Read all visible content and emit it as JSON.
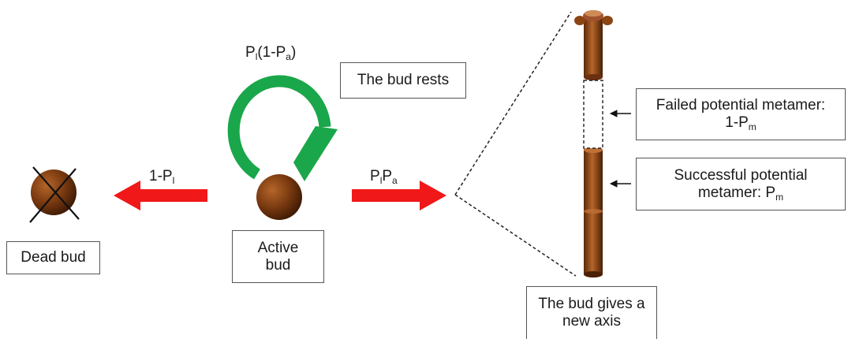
{
  "labels": {
    "loop": {
      "P": "P",
      "l_sub": "l",
      "mid": "(1-P",
      "a_sub": "a",
      "end": ")"
    },
    "left_arrow": {
      "pre": "1-P",
      "l_sub": "l"
    },
    "right_arrow": {
      "P1": "P",
      "l_sub": "l",
      "P2": "P",
      "a_sub": "a"
    }
  },
  "boxes": {
    "rests": "The bud rests",
    "dead_bud": "Dead bud",
    "active_bud": {
      "line1": "Active",
      "line2": "bud"
    },
    "new_axis": {
      "line1": "The bud gives a",
      "line2": "new axis"
    },
    "failed": {
      "line1": "Failed potential metamer:",
      "line2_pre": "1-P",
      "m_sub": "m"
    },
    "successful": {
      "line1": "Successful potential",
      "line2_pre": "metamer:  P",
      "m_sub": "m"
    }
  },
  "colors": {
    "loop_arrow": "#1aa64a",
    "red_arrow": "#f01818",
    "bud": "#7a3a10",
    "axis": "#8b4513"
  }
}
